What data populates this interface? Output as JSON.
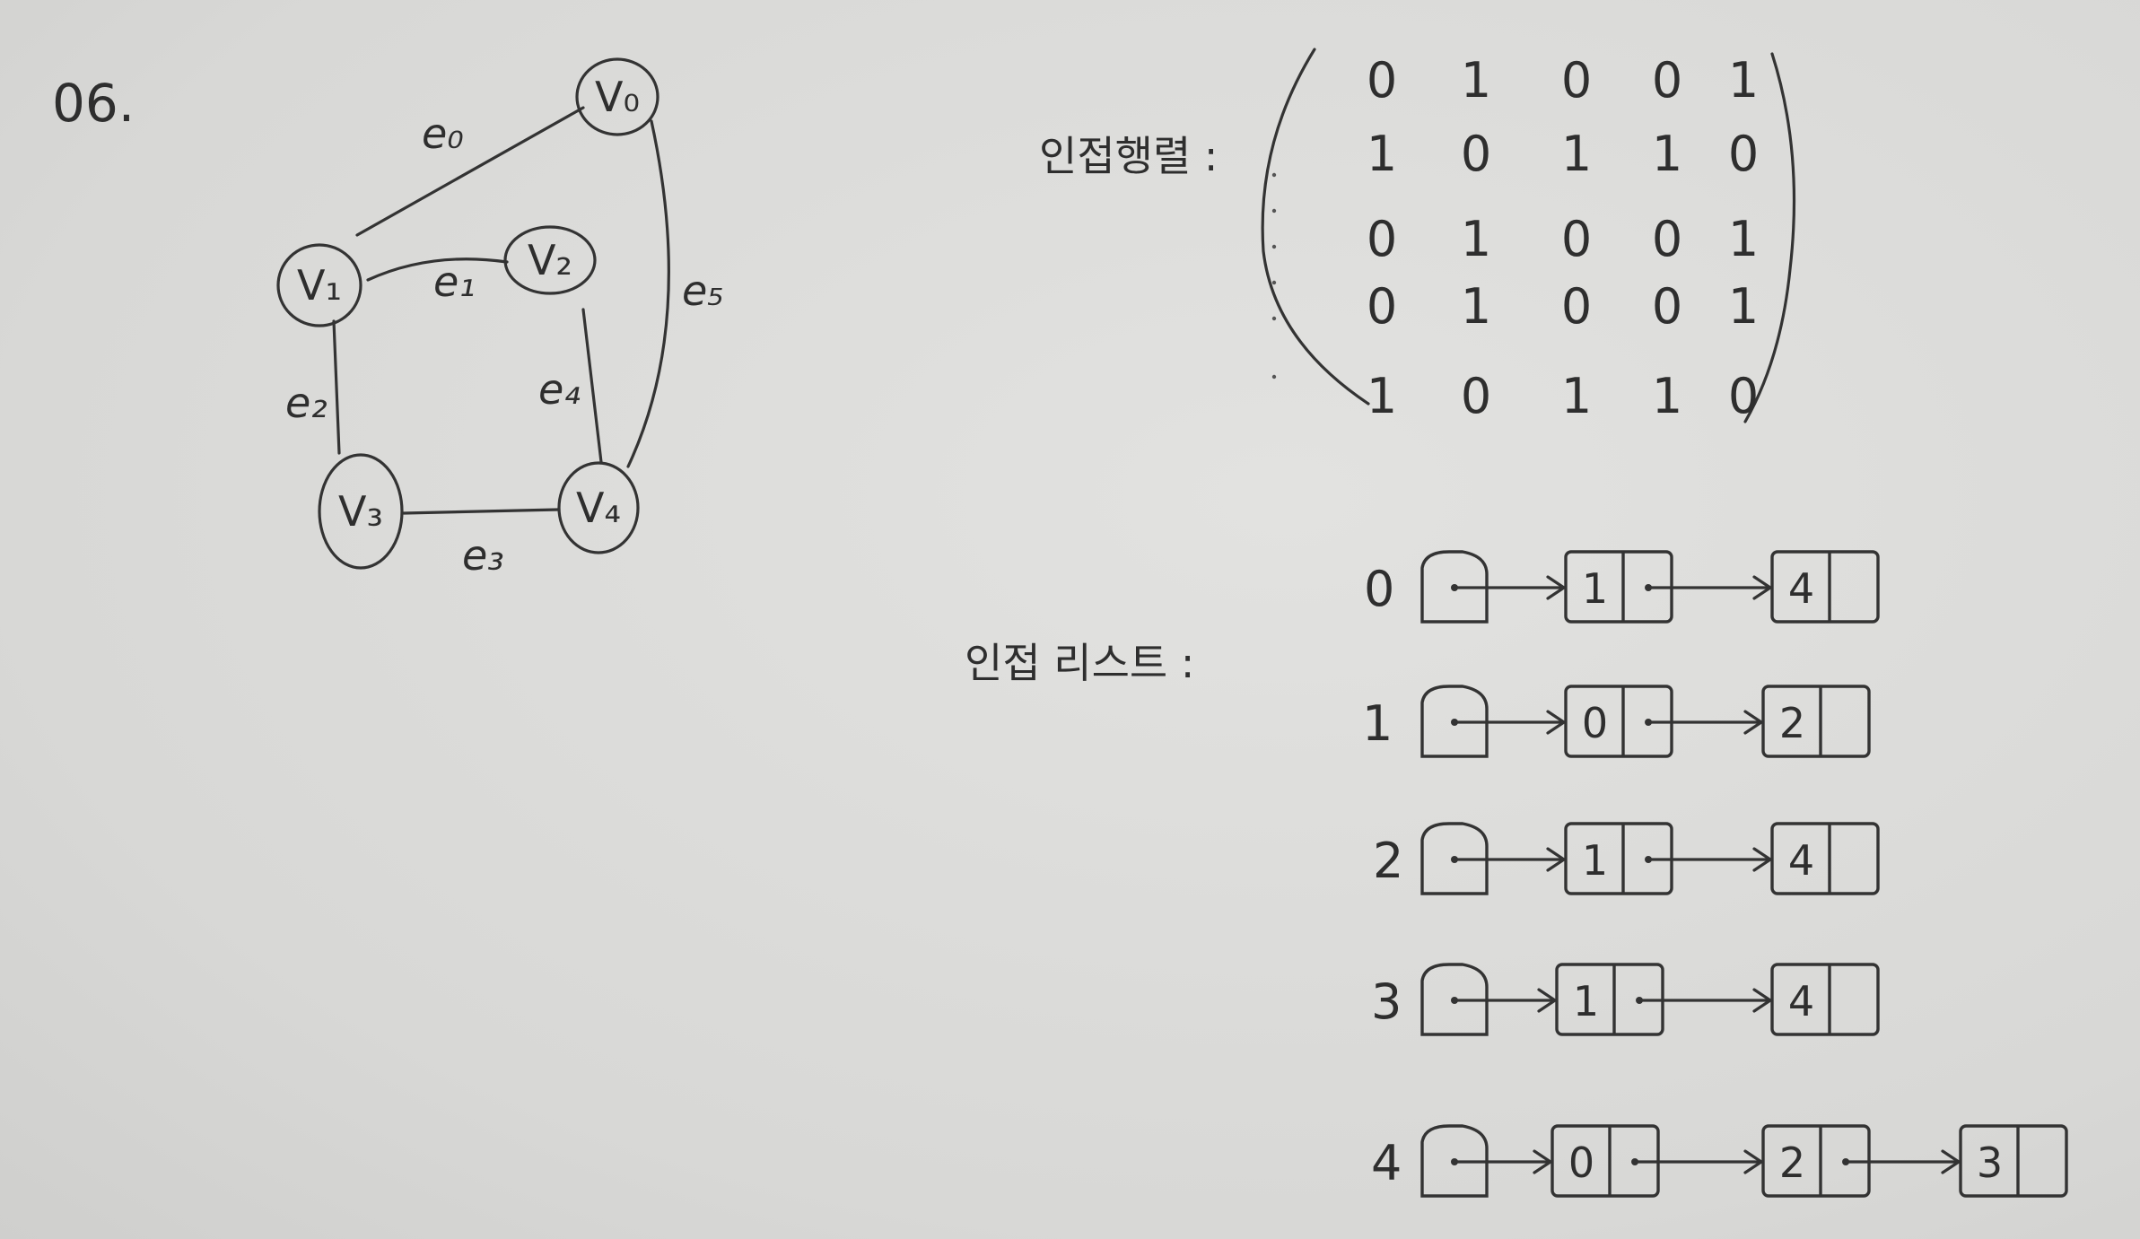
{
  "problem_number": "06.",
  "graph": {
    "vertices": [
      {
        "id": "v0",
        "label": "V₀"
      },
      {
        "id": "v1",
        "label": "V₁"
      },
      {
        "id": "v2",
        "label": "V₂"
      },
      {
        "id": "v3",
        "label": "V₃"
      },
      {
        "id": "v4",
        "label": "V₄"
      }
    ],
    "edges": [
      {
        "id": "e0",
        "label": "e₀",
        "from": "v1",
        "to": "v0"
      },
      {
        "id": "e1",
        "label": "e₁",
        "from": "v1",
        "to": "v2"
      },
      {
        "id": "e2",
        "label": "e₂",
        "from": "v1",
        "to": "v3"
      },
      {
        "id": "e3",
        "label": "e₃",
        "from": "v3",
        "to": "v4"
      },
      {
        "id": "e4",
        "label": "e₄",
        "from": "v2",
        "to": "v4"
      },
      {
        "id": "e5",
        "label": "e₅",
        "from": "v0",
        "to": "v4"
      }
    ]
  },
  "adjacency_matrix": {
    "label": "인접행렬 :",
    "rows": [
      [
        "0",
        "1",
        "0",
        "0",
        "1"
      ],
      [
        "1",
        "0",
        "1",
        "1",
        "0"
      ],
      [
        "0",
        "1",
        "0",
        "0",
        "1"
      ],
      [
        "0",
        "1",
        "0",
        "0",
        "1"
      ],
      [
        "1",
        "0",
        "1",
        "1",
        "0"
      ]
    ]
  },
  "adjacency_list": {
    "label": "인접 리스트 :",
    "rows": [
      {
        "index": "0",
        "nodes": [
          "1",
          "4"
        ]
      },
      {
        "index": "1",
        "nodes": [
          "0",
          "2"
        ]
      },
      {
        "index": "2",
        "nodes": [
          "1",
          "4"
        ]
      },
      {
        "index": "3",
        "nodes": [
          "1",
          "4"
        ]
      },
      {
        "index": "4",
        "nodes": [
          "0",
          "2",
          "3"
        ]
      }
    ]
  }
}
